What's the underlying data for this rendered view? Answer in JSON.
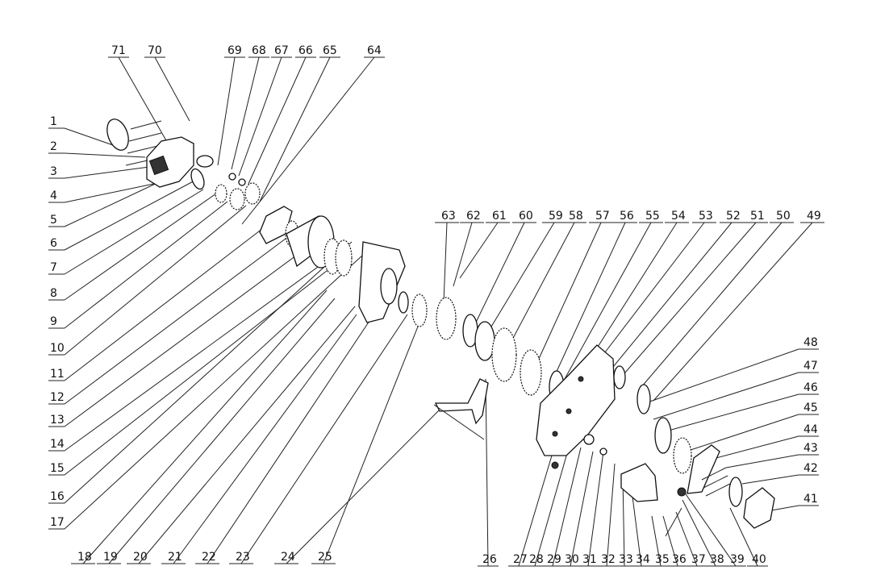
{
  "title": "",
  "labels": [
    "1",
    "2",
    "3",
    "4",
    "5",
    "6",
    "7",
    "8",
    "9",
    "10",
    "11",
    "12",
    "13",
    "14",
    "15",
    "16",
    "17",
    "18",
    "19",
    "20",
    "21",
    "22",
    "23",
    "24",
    "25",
    "26",
    "27",
    "28",
    "29",
    "30",
    "31",
    "32",
    "33",
    "34",
    "35",
    "36",
    "37",
    "38",
    "39",
    "40",
    "41",
    "42",
    "43",
    "44",
    "45",
    "46",
    "47",
    "48",
    "49",
    "50",
    "51",
    "52",
    "53",
    "54",
    "55",
    "56",
    "57",
    "58",
    "59",
    "60",
    "61",
    "62",
    "63",
    "64",
    "65",
    "66",
    "67",
    "68",
    "69",
    "70",
    "71"
  ]
}
